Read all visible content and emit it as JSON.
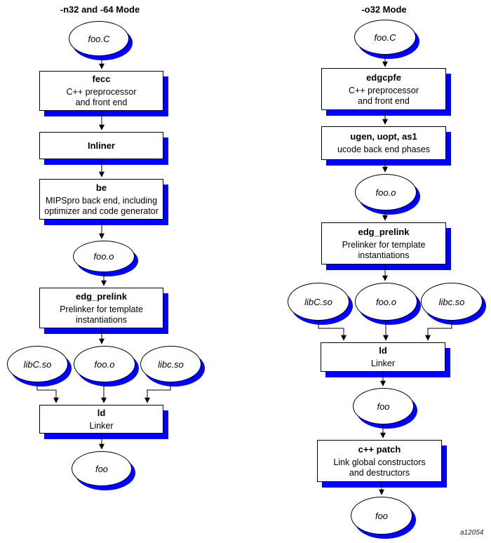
{
  "figure_label": "a12054",
  "colors": {
    "shadow": "#0000ff",
    "stroke": "#000000",
    "background": "#ffffff"
  },
  "left_column": {
    "title": "-n32 and -64 Mode",
    "source_ellipse": "foo.C",
    "fecc": {
      "title": "fecc",
      "line1": "C++ preprocessor",
      "line2": "and front end"
    },
    "inliner": {
      "title": "Inliner"
    },
    "be": {
      "title": "be",
      "line1": "MIPSpro back end, including",
      "line2": "optimizer and code generator"
    },
    "object_ellipse": "foo.o",
    "edg_prelink": {
      "title": "edg_prelink",
      "line1": "Prelinker for template",
      "line2": "instantiations"
    },
    "libC_ellipse": "libC.so",
    "object_ellipse2": "foo.o",
    "libc_ellipse": "libc.so",
    "ld": {
      "title": "ld",
      "line1": "Linker"
    },
    "output_ellipse": "foo"
  },
  "right_column": {
    "title": "-o32 Mode",
    "source_ellipse": "foo.C",
    "edgcpfe": {
      "title": "edgcpfe",
      "line1": "C++ preprocessor",
      "line2": "and front end"
    },
    "ugen": {
      "title": "ugen, uopt, as1",
      "line1": "ucode back end phases"
    },
    "object_ellipse": "foo.o",
    "edg_prelink": {
      "title": "edg_prelink",
      "line1": "Prelinker for template",
      "line2": "instantiations"
    },
    "libC_ellipse": "libC.so",
    "object_ellipse2": "foo.o",
    "libc_ellipse": "libc.so",
    "ld": {
      "title": "ld",
      "line1": "Linker"
    },
    "linked_ellipse": "foo",
    "cpp_patch": {
      "title": "c++ patch",
      "line1": "Link global constructors",
      "line2": "and destructors"
    },
    "output_ellipse": "foo"
  }
}
